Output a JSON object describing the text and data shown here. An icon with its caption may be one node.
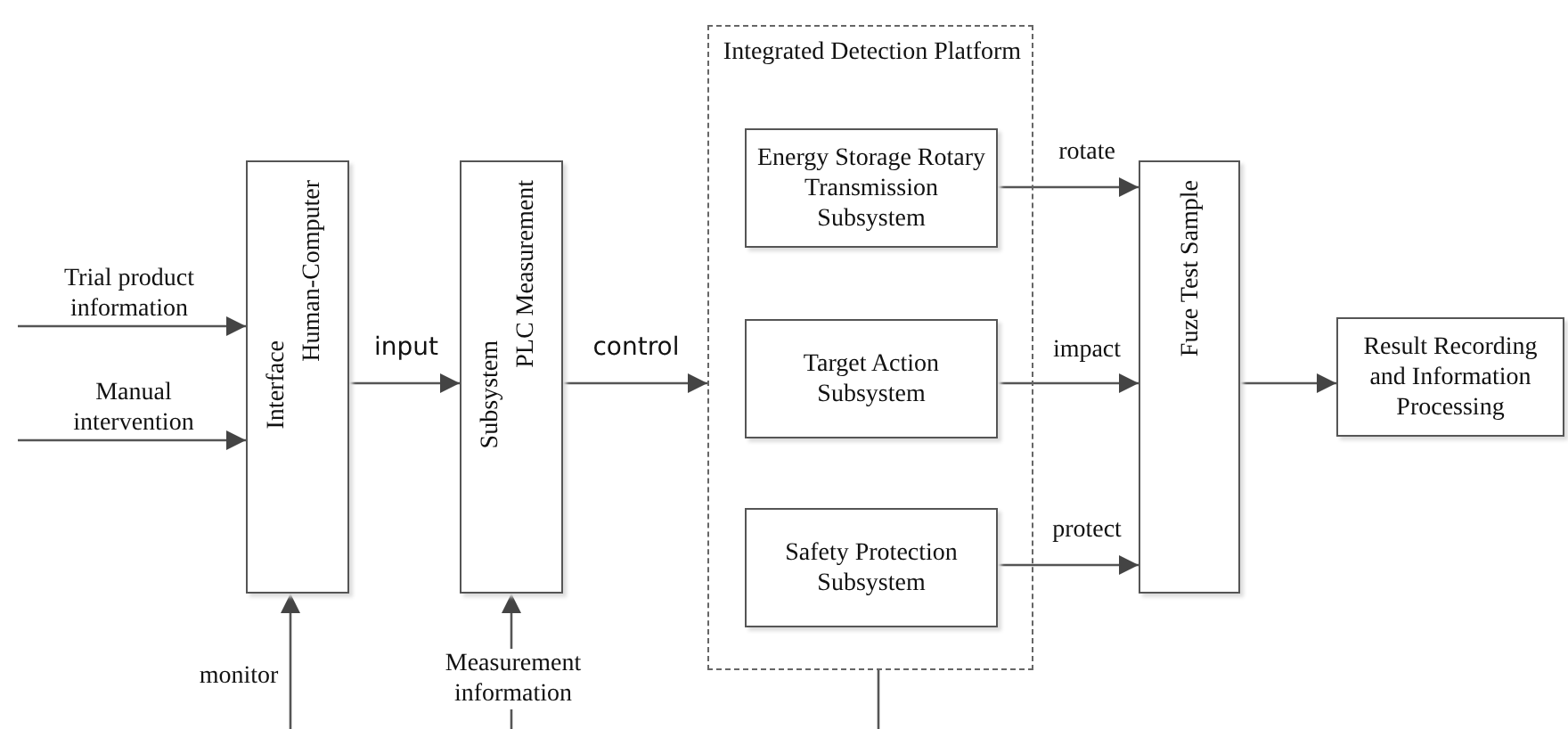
{
  "diagram": {
    "nodes": [
      {
        "text": [
          "Human-Computer",
          "Interface"
        ]
      },
      {
        "text": [
          "PLC Measurement",
          "Subsystem"
        ]
      },
      {
        "text": [
          "Integrated Detection Platform"
        ]
      },
      {
        "text": [
          "Energy Storage Rotary Transmission Subsystem"
        ],
        "in": 2
      },
      {
        "text": [
          "Target Action Subsystem"
        ],
        "in": 2
      },
      {
        "text": [
          "Safety Protection Subsystem"
        ],
        "in": 2
      },
      {
        "text": [
          "Fuze Test Sample"
        ]
      },
      {
        "text": [
          "Result Recording and Information Processing"
        ]
      }
    ],
    "edges": [
      {
        "from": null,
        "to": 0,
        "arrow": "to",
        "label": "Trial product information"
      },
      {
        "from": null,
        "to": 0,
        "arrow": "to",
        "label": "Manual intervention"
      },
      {
        "from": 0,
        "to": 1,
        "arrow": "to",
        "label": "input"
      },
      {
        "from": 1,
        "to": 2,
        "arrow": "to",
        "label": "control"
      },
      {
        "from": 3,
        "to": 6,
        "arrow": "to",
        "label": "rotate"
      },
      {
        "from": 4,
        "to": 6,
        "arrow": "to",
        "label": "impact"
      },
      {
        "from": 5,
        "to": 6,
        "arrow": "to",
        "label": "protect"
      },
      {
        "from": 6,
        "to": 7,
        "arrow": "to"
      },
      {
        "from": null,
        "to": 0,
        "arrow": "to",
        "label": "monitor"
      },
      {
        "from": null,
        "to": 1,
        "arrow": "to",
        "label": "Measurement information"
      },
      {
        "from": 2,
        "to": null,
        "arrow": "none"
      }
    ]
  }
}
